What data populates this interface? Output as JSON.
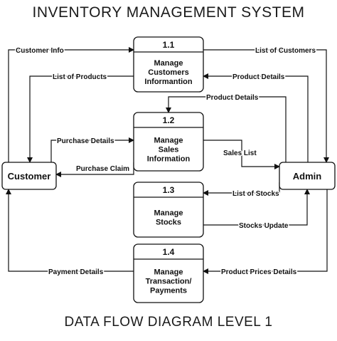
{
  "title": "INVENTORY MANAGEMENT SYSTEM",
  "footer_title": "DATA FLOW DIAGRAM LEVEL 1",
  "entities": {
    "customer": "Customer",
    "admin": "Admin"
  },
  "processes": [
    {
      "number": "1.1",
      "name_lines": [
        "Manage",
        "Customers",
        "Informantion"
      ]
    },
    {
      "number": "1.2",
      "name_lines": [
        "Manage",
        "Sales",
        "Information"
      ]
    },
    {
      "number": "1.3",
      "name_lines": [
        "Manage",
        "Stocks"
      ]
    },
    {
      "number": "1.4",
      "name_lines": [
        "Manage",
        "Transaction/",
        "Payments"
      ]
    }
  ],
  "flows": {
    "customer_info": "Customer Info",
    "list_of_customers": "List of Customers",
    "list_of_products": "List of Products",
    "product_details_1": "Product Details",
    "product_details_2": "Product Details",
    "purchase_details": "Purchase Details",
    "sales_list": "Sales List",
    "purchase_claim": "Purchase Claim",
    "list_of_stocks": "List of Stocks",
    "stocks_update": "Stocks Update",
    "payment_details": "Payment Details",
    "product_prices_details": "Product Prices Details"
  }
}
